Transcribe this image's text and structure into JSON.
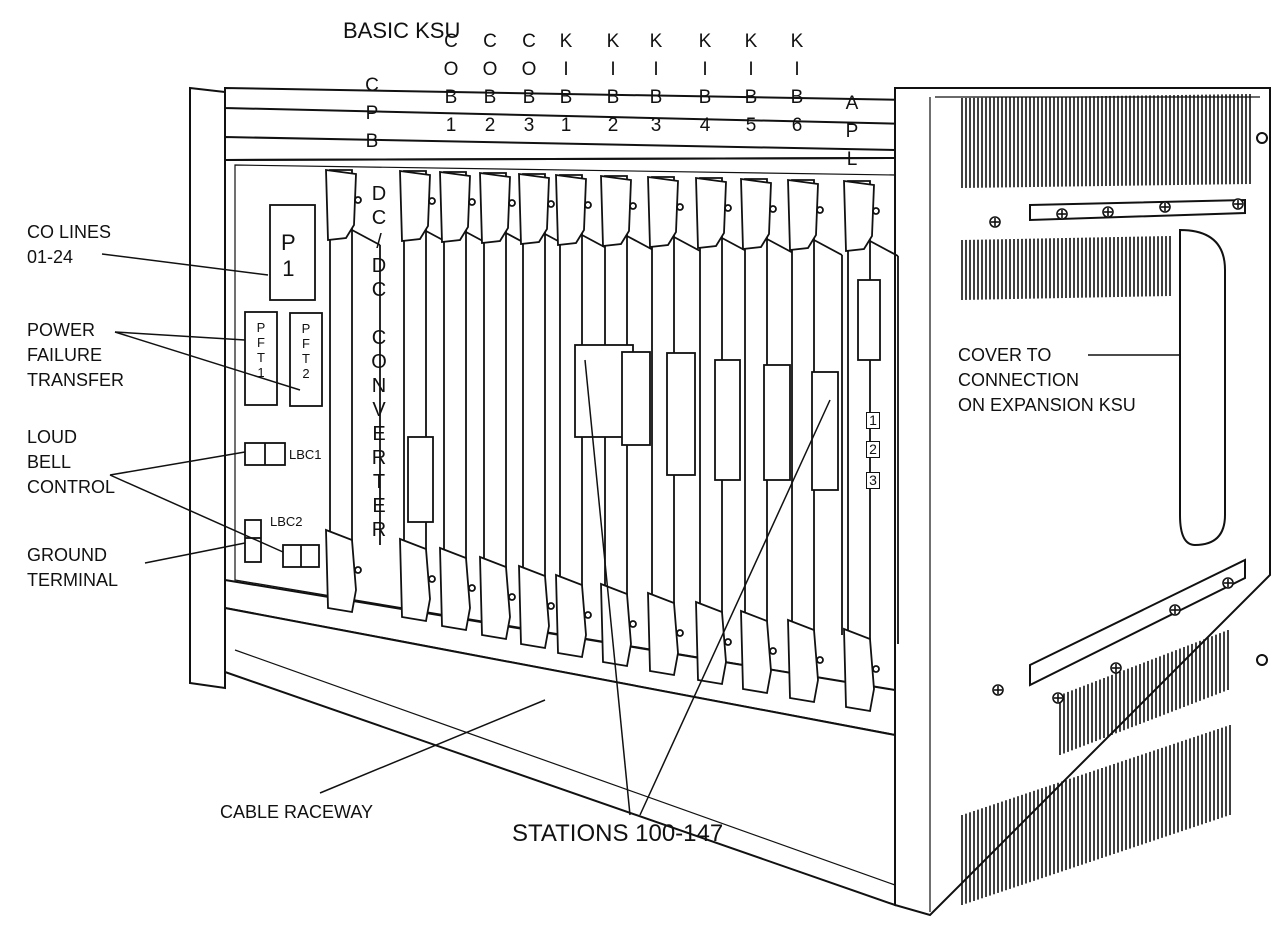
{
  "title": "BASIC KSU",
  "slot_labels": [
    {
      "id": "cpb",
      "chars": [
        "C",
        "P",
        "B"
      ]
    },
    {
      "id": "cob1",
      "chars": [
        "C",
        "O",
        "B",
        "1"
      ]
    },
    {
      "id": "cob2",
      "chars": [
        "C",
        "O",
        "B",
        "2"
      ]
    },
    {
      "id": "cob3",
      "chars": [
        "C",
        "O",
        "B",
        "3"
      ]
    },
    {
      "id": "kib1",
      "chars": [
        "K",
        "I",
        "B",
        "1"
      ]
    },
    {
      "id": "kib2",
      "chars": [
        "K",
        "I",
        "B",
        "2"
      ]
    },
    {
      "id": "kib3",
      "chars": [
        "K",
        "I",
        "B",
        "3"
      ]
    },
    {
      "id": "kib4",
      "chars": [
        "K",
        "I",
        "B",
        "4"
      ]
    },
    {
      "id": "kib5",
      "chars": [
        "K",
        "I",
        "B",
        "5"
      ]
    },
    {
      "id": "kib6",
      "chars": [
        "K",
        "I",
        "B",
        "6"
      ]
    },
    {
      "id": "apl",
      "chars": [
        "A",
        "P",
        "L"
      ]
    }
  ],
  "converter_chars": [
    "D",
    "C",
    "/",
    "D",
    "C",
    "",
    "C",
    "O",
    "N",
    "V",
    "E",
    "R",
    "T",
    "E",
    "R"
  ],
  "callouts": {
    "co_lines": [
      "CO LINES",
      "01-24"
    ],
    "power_failure": [
      "POWER",
      "FAILURE",
      "TRANSFER"
    ],
    "loud_bell": [
      "LOUD",
      "BELL",
      "CONTROL"
    ],
    "ground": [
      "GROUND",
      "TERMINAL"
    ],
    "cable_raceway": "CABLE RACEWAY",
    "stations": "STATIONS 100-147",
    "cover": [
      "COVER TO",
      "CONNECTION",
      "ON EXPANSION KSU"
    ]
  },
  "board_labels": {
    "p1": [
      "P",
      "1"
    ],
    "pft1": [
      "P",
      "F",
      "T",
      "1"
    ],
    "pft2": [
      "P",
      "F",
      "T",
      "2"
    ],
    "lbc1": "LBC1",
    "lbc2": "LBC2",
    "apl_ports": [
      "1",
      "2",
      "3"
    ]
  },
  "colors": {
    "line": "#111111",
    "background": "#ffffff"
  }
}
